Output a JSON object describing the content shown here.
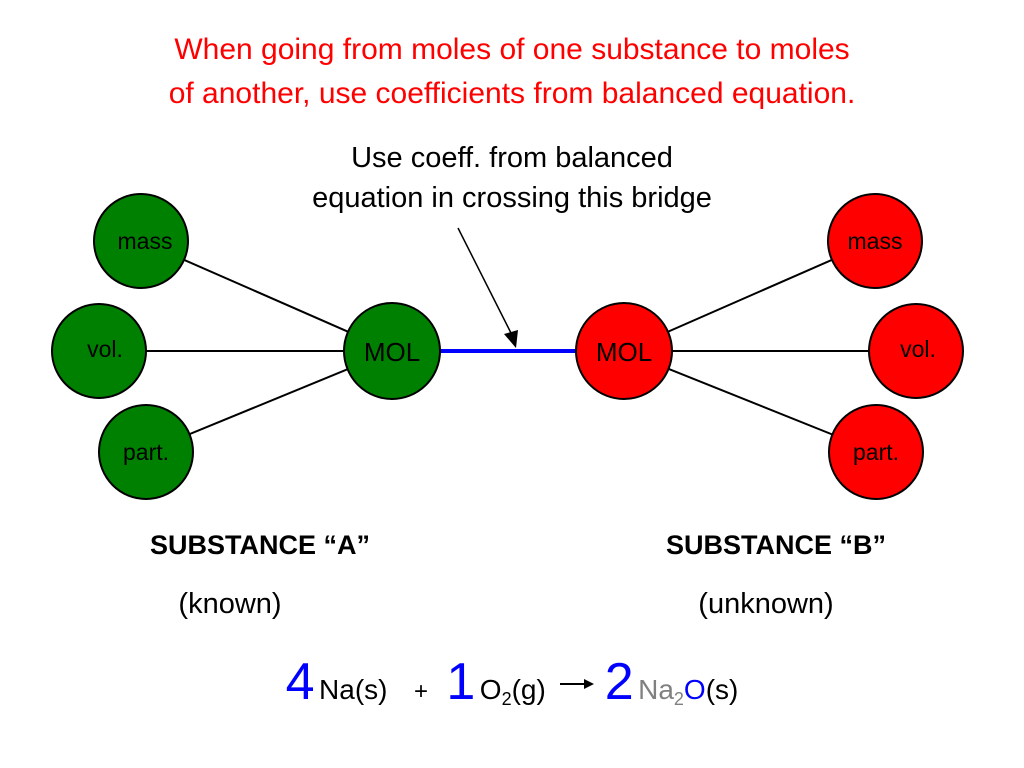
{
  "headline": {
    "line1": "When going from moles of one substance to moles",
    "line2": "of another, use coefficients from balanced equation."
  },
  "callout": {
    "line1": "Use coeff. from balanced",
    "line2": "equation in crossing this bridge"
  },
  "substance_a": {
    "nodes": {
      "mass": "mass",
      "volume": "vol.",
      "particles": "part.",
      "mol": "MOL"
    },
    "title": "SUBSTANCE “A”",
    "note": "(known)",
    "color": "#008000"
  },
  "substance_b": {
    "nodes": {
      "mass": "mass",
      "volume": "vol.",
      "particles": "part.",
      "mol": "MOL"
    },
    "title": "SUBSTANCE “B”",
    "note": "(unknown)",
    "color": "#ff0000"
  },
  "bridge_color": "#0000ff",
  "headline_color": "#ff0000",
  "equation": {
    "coef1": "4",
    "species1": "Na(s)",
    "plus": "+",
    "coef2": "1",
    "species2_base": "O",
    "species2_sub": "2",
    "species2_state": "(g)",
    "coef3": "2",
    "species3_base": "Na",
    "species3_sub": "2",
    "species3_o": "O",
    "species3_state": "(s)"
  }
}
